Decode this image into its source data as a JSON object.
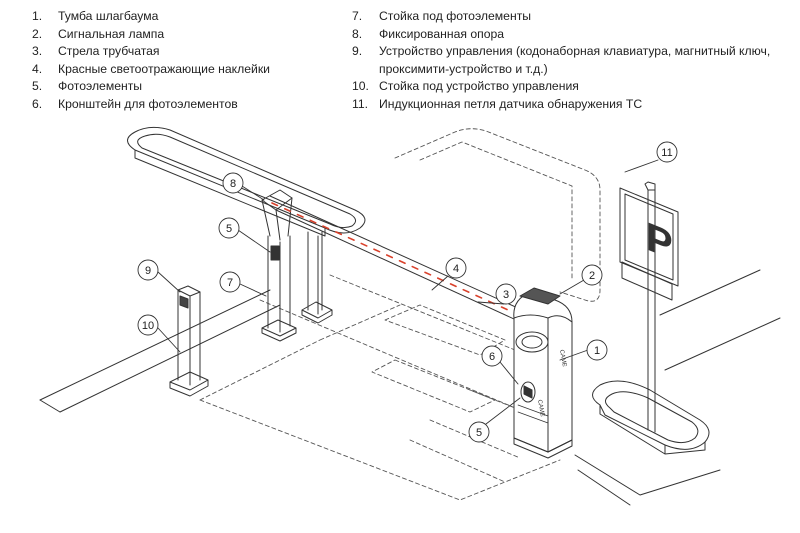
{
  "legend": {
    "left": [
      {
        "num": "1.",
        "text": "Тумба шлагбаума"
      },
      {
        "num": "2.",
        "text": "Сигнальная лампа"
      },
      {
        "num": "3.",
        "text": "Стрела трубчатая"
      },
      {
        "num": "4.",
        "text": "Красные светоотражающие наклейки"
      },
      {
        "num": "5.",
        "text": "Фотоэлементы"
      },
      {
        "num": "6.",
        "text": "Кронштейн для фотоэлементов"
      }
    ],
    "right": [
      {
        "num": "7.",
        "text": "Стойка под фотоэлементы"
      },
      {
        "num": "8.",
        "text": "Фиксированная опора"
      },
      {
        "num": "9.",
        "text": "Устройство управления (кодонаборная клавиатура, магнитный ключ, проксимити-устройство и т.д.)"
      },
      {
        "num": "10.",
        "text": "Стойка под устройство управления"
      },
      {
        "num": "11.",
        "text": "Индукционная петля датчика обнаружения ТС"
      }
    ]
  },
  "callouts": [
    "1",
    "2",
    "3",
    "4",
    "5",
    "6",
    "7",
    "8",
    "9",
    "10",
    "11",
    "5"
  ],
  "labels": {
    "parking_sign": "P",
    "brand": "CAME"
  },
  "colors": {
    "line": "#333333",
    "reflector": "#d9412b",
    "lamp": "#555555"
  }
}
